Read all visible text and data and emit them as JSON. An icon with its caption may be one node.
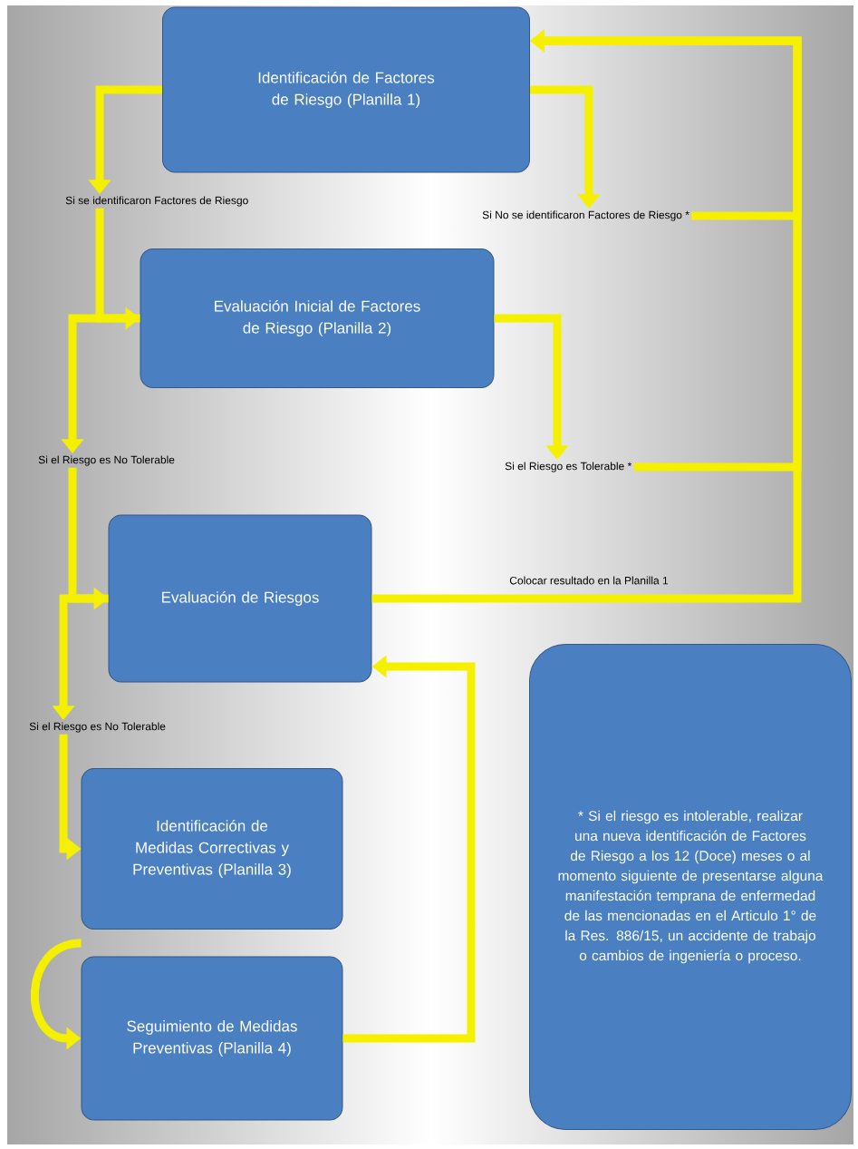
{
  "diagram": {
    "nodes": [
      {
        "text": [
          "Identificación de Factores de Riesgo (Planilla 1)"
        ]
      },
      {
        "text": [
          "Evaluación Inicial de Factores de Riesgo (Planilla 2)"
        ]
      },
      {
        "text": [
          "Evaluación de Riesgos"
        ]
      },
      {
        "text": [
          "Identificación de Medidas Correctivas y Preventivas (Planilla 3)"
        ]
      },
      {
        "text": [
          "Seguimiento de Medidas Preventivas (Planilla 4)"
        ]
      },
      {
        "text": [
          "* Si el riesgo es intolerable, realizar una nueva identificación de Factores de Riesgo a los 12 (Doce) meses o al momento siguiente de presentarse alguna manifestación temprana de enfermedad de las mencionadas en el Articulo 1° de la Res. 886/15, un accidente de trabajo o cambios de ingeniería o proceso."
        ]
      },
      {
        "text": [
          "Si se identificaron Factores de Riesgo"
        ]
      },
      {
        "text": [
          "Si No se identificaron Factores de Riesgo *"
        ]
      },
      {
        "text": [
          "Si el Riesgo es No Tolerable"
        ]
      },
      {
        "text": [
          "Si el Riesgo es Tolerable *"
        ]
      },
      {
        "text": [
          "Si el Riesgo es No Tolerable"
        ]
      }
    ],
    "edges": [
      {
        "from": 0,
        "to": 6,
        "arrow": "to"
      },
      {
        "from": 6,
        "to": 1,
        "arrow": "to"
      },
      {
        "from": 0,
        "to": 7,
        "arrow": "to"
      },
      {
        "from": 7,
        "to": 0,
        "arrow": "to"
      },
      {
        "from": 1,
        "to": 8,
        "arrow": "to"
      },
      {
        "from": 8,
        "to": 2,
        "arrow": "to"
      },
      {
        "from": 1,
        "to": 9,
        "arrow": "to"
      },
      {
        "from": 9,
        "to": 0,
        "arrow": "to"
      },
      {
        "from": 2,
        "to": 0,
        "arrow": "to",
        "label": "Colocar resultado en la Planilla 1"
      },
      {
        "from": 2,
        "to": 10,
        "arrow": "to"
      },
      {
        "from": 10,
        "to": 3,
        "arrow": "to"
      },
      {
        "from": 3,
        "to": 4,
        "arrow": "to"
      },
      {
        "from": 4,
        "to": 2,
        "arrow": "to"
      }
    ]
  }
}
